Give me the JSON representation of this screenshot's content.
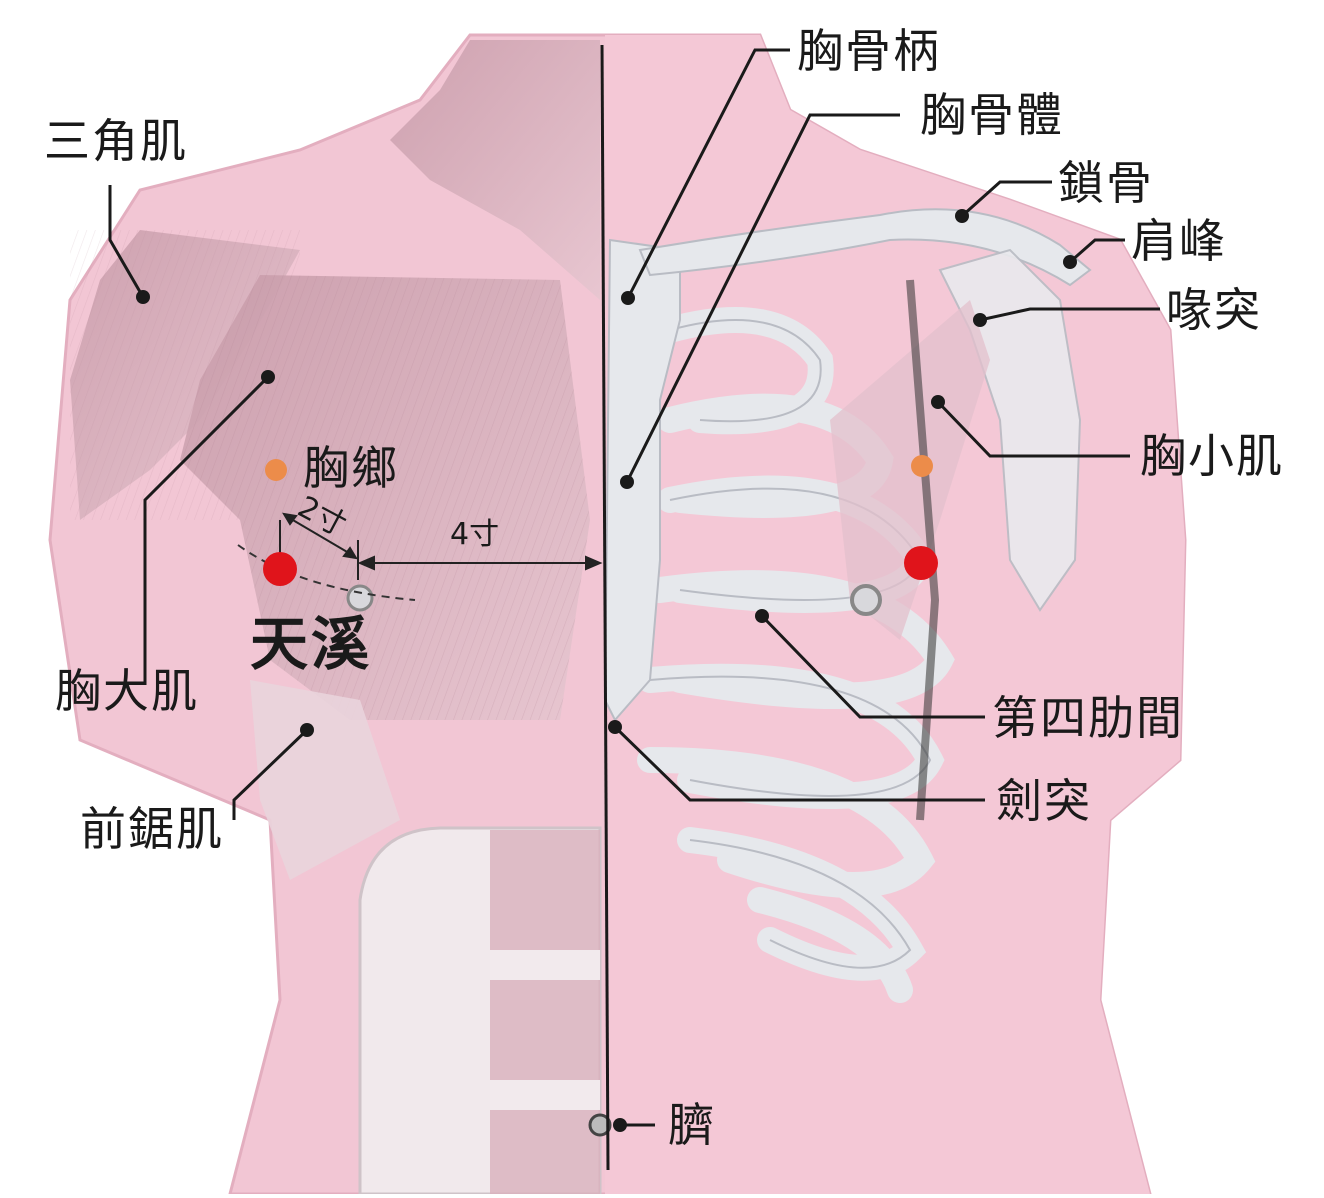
{
  "labels": {
    "sanjiaoji": "三角肌",
    "xiongdaji": "胸大肌",
    "qianjuji": "前鋸肌",
    "xionggubing": "胸骨柄",
    "xiongguti": "胸骨體",
    "suogu": "鎖骨",
    "jianfeng": "肩峰",
    "huitu": "喙突",
    "xiongxiaoji": "胸小肌",
    "disilei": "第四肋間",
    "jiantu": "劍突",
    "qi": "臍",
    "xiongxiang": "胸鄉",
    "tianxi": "天溪",
    "dist_2cun": "2寸",
    "dist_4cun": "4寸"
  },
  "colors": {
    "skin_pink": "#f2c6d4",
    "muscle": "#d4a7b5",
    "bone": "#e6e8ec",
    "acupoint_main": "#e0141b",
    "acupoint_secondary": "#ec8c4a",
    "line": "#1a1a1a"
  },
  "icons": [
    "acupoint-marker",
    "nipple-marker",
    "navel-marker"
  ]
}
